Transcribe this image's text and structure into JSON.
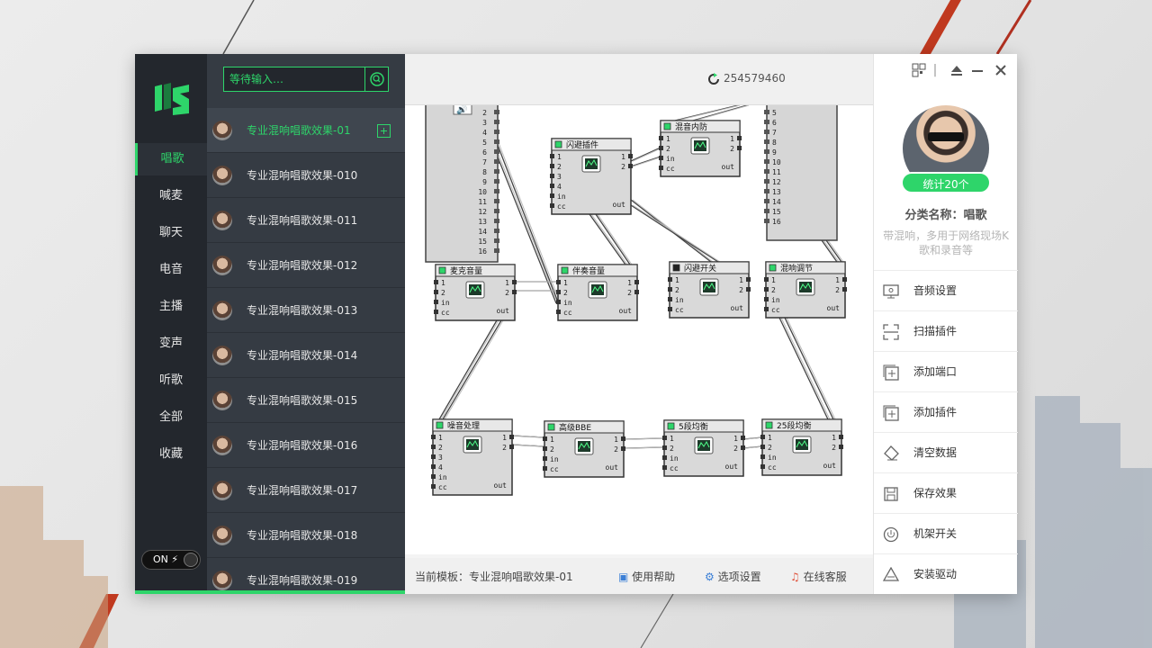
{
  "nav": {
    "items": [
      "唱歌",
      "喊麦",
      "聊天",
      "电音",
      "主播",
      "变声",
      "听歌",
      "全部",
      "收藏"
    ],
    "active_index": 0,
    "toggle_label": "ON"
  },
  "search": {
    "placeholder": "等待输入…"
  },
  "list": {
    "items": [
      "专业混响唱歌效果-01",
      "专业混响唱歌效果-010",
      "专业混响唱歌效果-011",
      "专业混响唱歌效果-012",
      "专业混响唱歌效果-013",
      "专业混响唱歌效果-014",
      "专业混响唱歌效果-015",
      "专业混响唱歌效果-016",
      "专业混响唱歌效果-017",
      "专业混响唱歌效果-018",
      "专业混响唱歌效果-019"
    ],
    "active_index": 0
  },
  "header": {
    "user_id": "254579460"
  },
  "canvas": {
    "modules": [
      "闪避插件",
      "混音内防",
      "麦克音量",
      "伴奏音量",
      "闪避开关",
      "混响调节",
      "噪音处理",
      "高级BBE",
      "5段均衡",
      "25段均衡"
    ],
    "port_labels": {
      "in": "in",
      "cc": "cc",
      "out": "out"
    }
  },
  "footer": {
    "template_label": "当前模板：专业混响唱歌效果-01",
    "help": "使用帮助",
    "options": "选项设置",
    "support": "在线客服"
  },
  "profile": {
    "badge": "统计20个",
    "category": "分类名称：唱歌",
    "description": "带混响，多用于网络现场K歌和录音等"
  },
  "menu": {
    "items": [
      "音频设置",
      "扫描插件",
      "添加端口",
      "添加插件",
      "清空数据",
      "保存效果",
      "机架开关",
      "安装驱动"
    ]
  },
  "colors": {
    "accent": "#2ed56a",
    "nav_bg": "#23272d",
    "list_bg": "#353b43"
  }
}
